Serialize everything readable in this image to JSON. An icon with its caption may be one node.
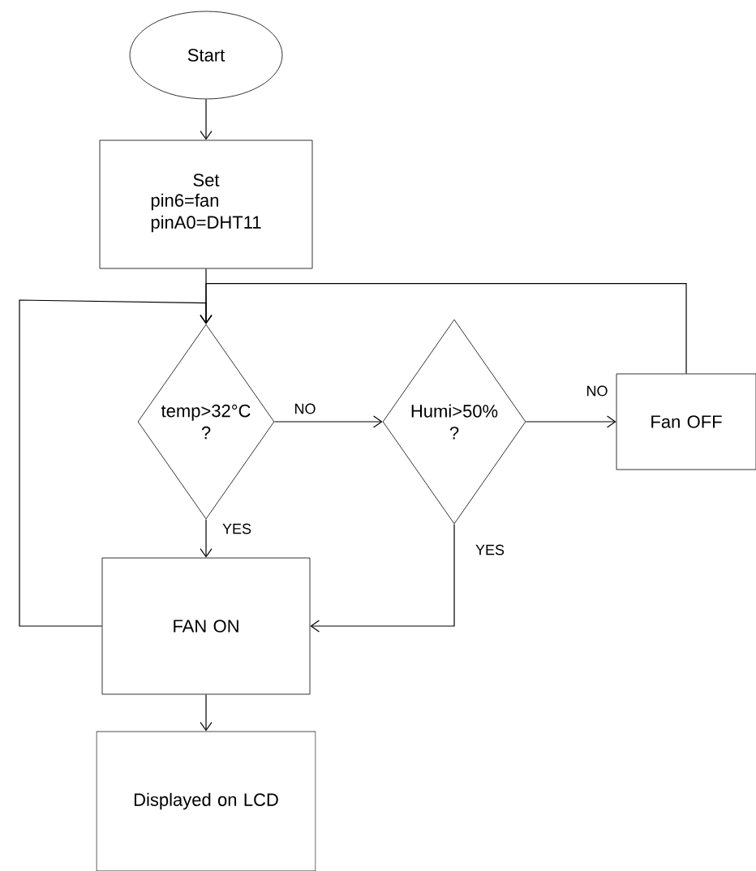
{
  "diagram": {
    "nodes": [
      {
        "text": [
          "Start"
        ]
      },
      {
        "text": [
          "Set",
          "pin6=fan",
          "pinA0=DHT11"
        ]
      },
      {
        "text": [
          "temp>32°C ?"
        ]
      },
      {
        "text": [
          "Humi>50% ?"
        ]
      },
      {
        "text": [
          "Fan OFF"
        ]
      },
      {
        "text": [
          "FAN ON"
        ]
      },
      {
        "text": [
          "Displayed on LCD"
        ]
      }
    ],
    "edges": [
      {
        "from": 0,
        "to": 1,
        "arrow": "to"
      },
      {
        "from": 1,
        "to": 2,
        "arrow": "to"
      },
      {
        "from": 2,
        "to": 3,
        "arrow": "to",
        "label": "NO"
      },
      {
        "from": 3,
        "to": 4,
        "arrow": "to",
        "label": "NO"
      },
      {
        "from": 2,
        "to": 5,
        "arrow": "to",
        "label": "YES"
      },
      {
        "from": 3,
        "to": 5,
        "arrow": "to",
        "label": "YES"
      },
      {
        "from": 4,
        "to": 2,
        "arrow": "to"
      },
      {
        "from": 5,
        "to": 2,
        "arrow": "to"
      },
      {
        "from": 5,
        "to": 6,
        "arrow": "to"
      }
    ]
  }
}
